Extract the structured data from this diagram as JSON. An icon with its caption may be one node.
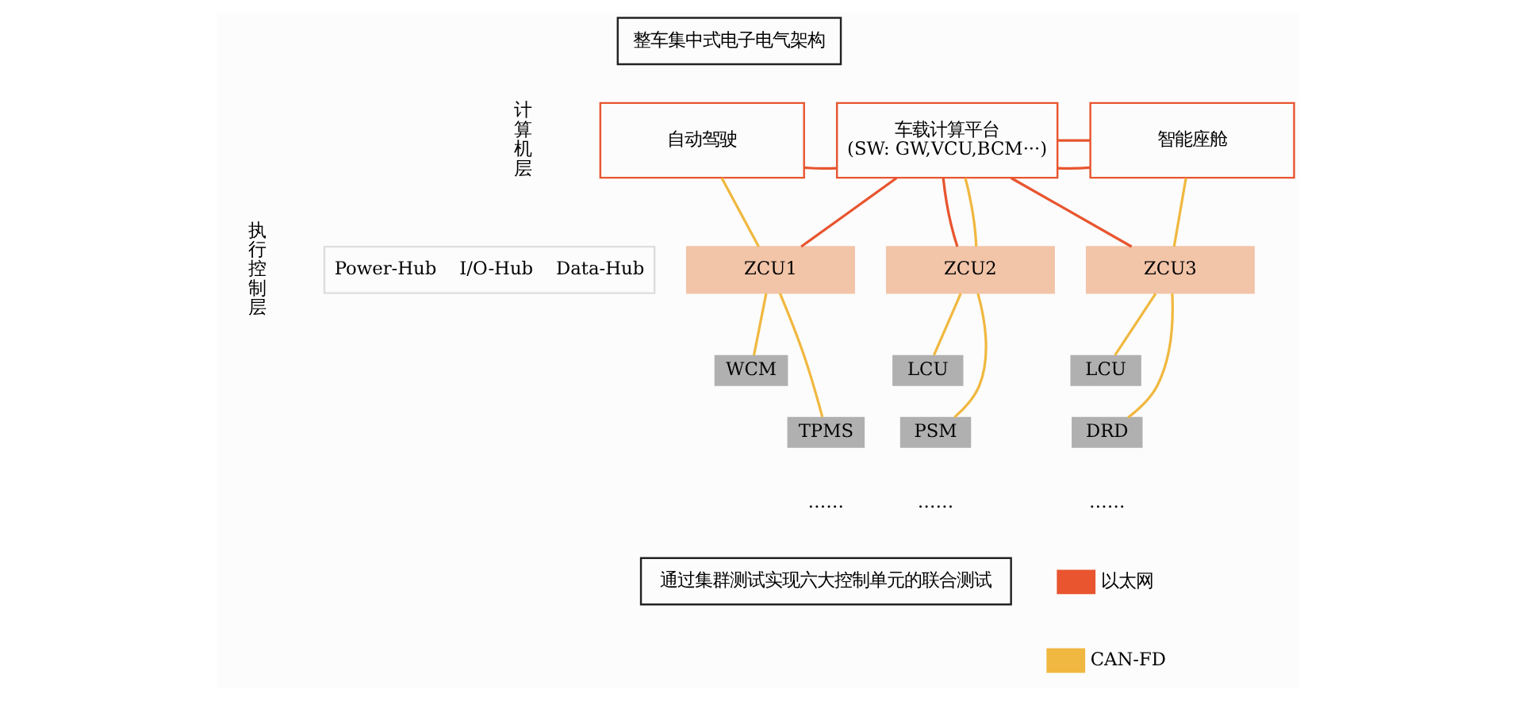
{
  "diagram": {
    "nodes": [
      {
        "text": [
          "整车集中式电子电气架构"
        ]
      },
      {
        "text": [
          "自动驾驶"
        ]
      },
      {
        "text": [
          "车载计算平台",
          "(SW: GW,VCU,BCM···)"
        ]
      },
      {
        "text": [
          "智能座舱"
        ]
      },
      {
        "text": [
          "Power-Hub",
          "I/O-Hub",
          "Data-Hub"
        ]
      },
      {
        "text": [
          "ZCU1"
        ]
      },
      {
        "text": [
          "ZCU2"
        ]
      },
      {
        "text": [
          "ZCU3"
        ]
      },
      {
        "text": [
          "WCM"
        ]
      },
      {
        "text": [
          "TPMS"
        ]
      },
      {
        "text": [
          "LCU"
        ]
      },
      {
        "text": [
          "PSM"
        ]
      },
      {
        "text": [
          "LCU"
        ]
      },
      {
        "text": [
          "DRD"
        ]
      },
      {
        "text": [
          "通过集群测试实现六大控制单元的联合测试"
        ]
      }
    ],
    "edges": [
      {
        "from": 1,
        "to": 2,
        "arrow": "none",
        "color": "#e8552f"
      },
      {
        "from": 2,
        "to": 3,
        "arrow": "none",
        "color": "#e8552f"
      },
      {
        "from": 2,
        "to": 3,
        "arrow": "none",
        "color": "#e8552f"
      },
      {
        "from": 2,
        "to": 5,
        "arrow": "none",
        "color": "#e8552f"
      },
      {
        "from": 2,
        "to": 6,
        "arrow": "none",
        "color": "#e8552f"
      },
      {
        "from": 2,
        "to": 7,
        "arrow": "none",
        "color": "#e8552f"
      },
      {
        "from": 1,
        "to": 5,
        "arrow": "none"
      },
      {
        "from": 2,
        "to": 6,
        "arrow": "none"
      },
      {
        "from": 3,
        "to": 7,
        "arrow": "none"
      },
      {
        "from": 5,
        "to": 8,
        "arrow": "none"
      },
      {
        "from": 5,
        "to": 9,
        "arrow": "none"
      },
      {
        "from": 6,
        "to": 10,
        "arrow": "none"
      },
      {
        "from": 6,
        "to": 11,
        "arrow": "none"
      },
      {
        "from": 7,
        "to": 12,
        "arrow": "none"
      },
      {
        "from": 7,
        "to": 13,
        "arrow": "none"
      }
    ],
    "labels": [
      "计算机层",
      "执行控制层",
      "……",
      "……",
      "……"
    ],
    "legend": [
      {
        "text": "以太网"
      },
      {
        "text": "CAN-FD"
      }
    ]
  }
}
